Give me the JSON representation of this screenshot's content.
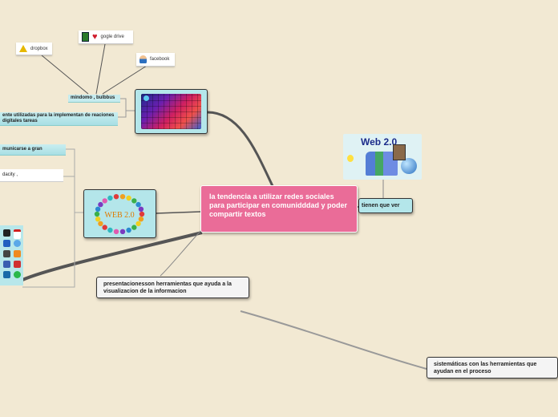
{
  "central_topic": "la tendencia a utilizar redes sociales para participar en comunidddad y poder compartir textos",
  "tools_branch": {
    "hub_label": "mindomo , bulbbus",
    "cards": [
      {
        "label": "dropbox",
        "icon": "warning-icon"
      },
      {
        "label": "gogle drive",
        "icon": "heart-icon"
      },
      {
        "label": "facebook",
        "icon": "user-icon"
      }
    ]
  },
  "left_labels": {
    "used_for_tasks": "ente utilizadas para la implementan de reaciones digitales tareas",
    "communicate": "municarse a gran",
    "audacity": "dacity ,"
  },
  "web20_image": {
    "logo_text": "WEB 2.0"
  },
  "web20_right": {
    "title": "Web 2.0",
    "label": "tienen que ver"
  },
  "presentations_node": "presentacionesson herramientas que ayuda a la visualizacion de la informacion",
  "systematic_node": "sistemáticas con las herramientas que ayudan en el proceso",
  "colors": {
    "background": "#f2e9d3",
    "central": "#ea6c98",
    "node_fill": "#b4e6ea",
    "box_fill": "#f4f4f4"
  }
}
